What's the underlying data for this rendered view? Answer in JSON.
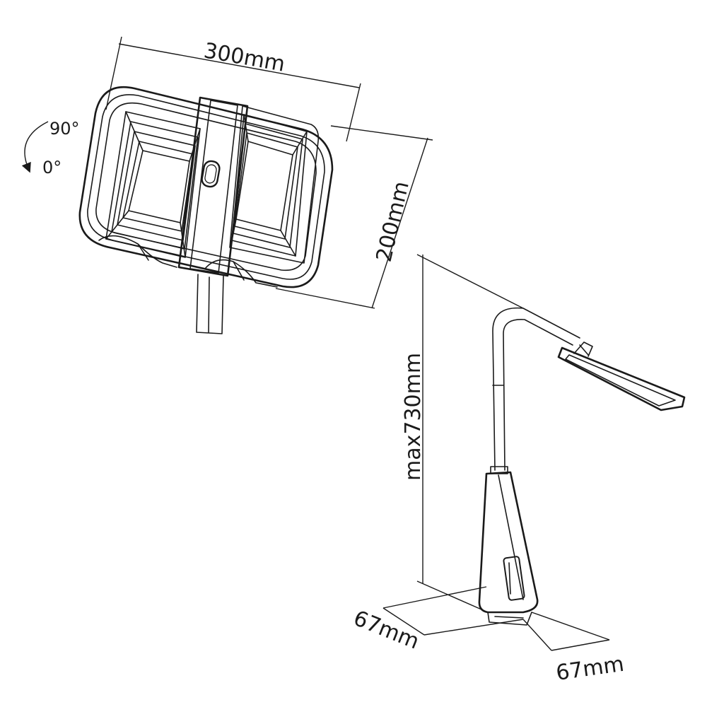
{
  "dimensions": {
    "width": "300mm",
    "height": "200mm",
    "max_height": "max730mm",
    "base_depth": "67mm",
    "base_width": "67mm"
  },
  "rotation": {
    "angle_top": "90°",
    "angle_bottom": "0°"
  }
}
